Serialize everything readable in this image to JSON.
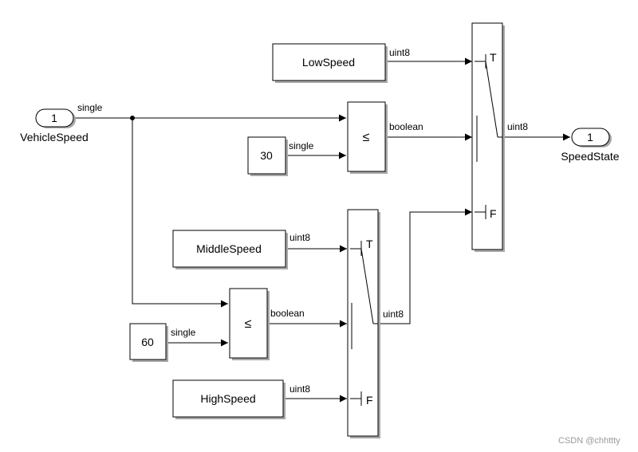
{
  "inports": [
    {
      "number": "1",
      "name": "VehicleSpeed",
      "signal_type": "single"
    }
  ],
  "outports": [
    {
      "number": "1",
      "name": "SpeedState"
    }
  ],
  "constants": [
    {
      "value": "LowSpeed",
      "signal_type": "uint8"
    },
    {
      "value": "30",
      "signal_type": "single"
    },
    {
      "value": "MiddleSpeed",
      "signal_type": "uint8"
    },
    {
      "value": "60",
      "signal_type": "single"
    },
    {
      "value": "HighSpeed",
      "signal_type": "uint8"
    }
  ],
  "relational_operators": [
    {
      "operator": "≤",
      "output_type": "boolean"
    },
    {
      "operator": "≤",
      "output_type": "boolean"
    }
  ],
  "switches": [
    {
      "true_label": "T",
      "false_label": "F",
      "output_type": "uint8"
    },
    {
      "true_label": "T",
      "false_label": "F",
      "output_type": "uint8"
    }
  ],
  "watermark": "CSDN @chhttty"
}
